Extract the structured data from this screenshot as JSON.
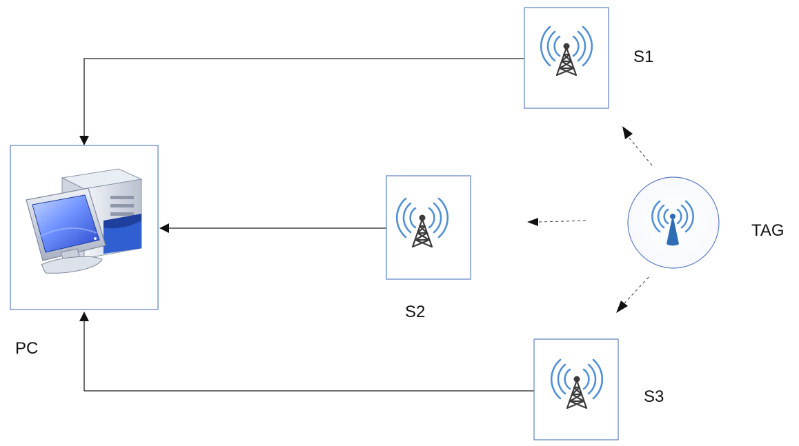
{
  "nodes": {
    "pc": {
      "label": "PC",
      "icon": "desktop-computer-icon"
    },
    "s1": {
      "label": "S1",
      "icon": "radio-tower-icon"
    },
    "s2": {
      "label": "S2",
      "icon": "radio-tower-icon"
    },
    "s3": {
      "label": "S3",
      "icon": "radio-tower-icon"
    },
    "tag": {
      "label": "TAG",
      "icon": "wireless-tag-icon"
    }
  },
  "edges": [
    {
      "from": "S1",
      "to": "PC",
      "style": "solid"
    },
    {
      "from": "S2",
      "to": "PC",
      "style": "solid"
    },
    {
      "from": "S3",
      "to": "PC",
      "style": "solid"
    },
    {
      "from": "TAG",
      "to": "S1",
      "style": "dashed"
    },
    {
      "from": "TAG",
      "to": "S2",
      "style": "dashed"
    },
    {
      "from": "TAG",
      "to": "S3",
      "style": "dashed"
    }
  ],
  "colors": {
    "box_border": "#5c7fc0",
    "signal_waves": "#4f8fd6",
    "tower": "#3b3b3b",
    "tag_antenna": "#2f6db5"
  }
}
